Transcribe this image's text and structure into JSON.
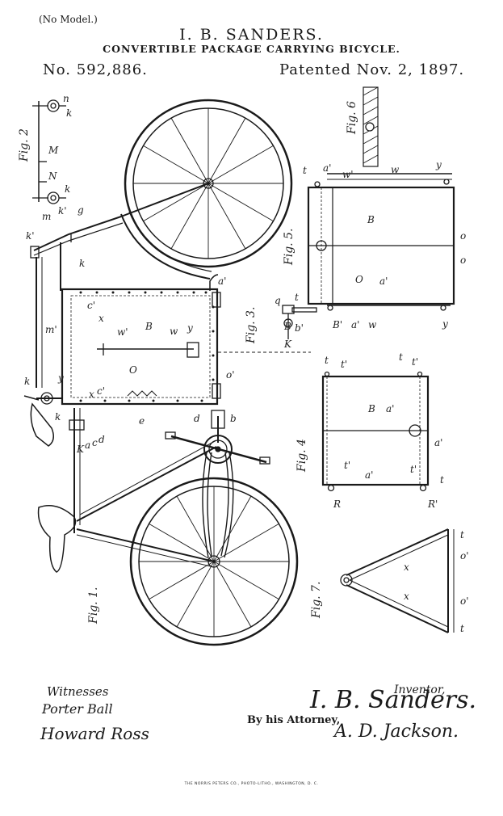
{
  "header": {
    "no_model": "(No Model.)",
    "inventor_name": "I. B. SANDERS.",
    "title": "CONVERTIBLE PACKAGE CARRYING BICYCLE.",
    "patent_number": "No. 592,886.",
    "patent_date": "Patented Nov. 2, 1897."
  },
  "figures": {
    "fig1": "Fig. 1.",
    "fig2": "Fig. 2",
    "fig3": "Fig. 3.",
    "fig4": "Fig. 4",
    "fig5": "Fig. 5.",
    "fig6": "Fig. 6",
    "fig7": "Fig. 7."
  },
  "footer": {
    "witnesses_label": "Witnesses",
    "witness_1": "Porter Ball",
    "witness_2": "Howard Ross",
    "inventor_label": "Inventor,",
    "inventor_signature": "I. B. Sanders.",
    "by_attorney": "By his Attorney,",
    "attorney_signature": "A. D. Jackson.",
    "printer": "THE NORRIS PETERS CO., PHOTO-LITHO., WASHINGTON, D. C."
  }
}
